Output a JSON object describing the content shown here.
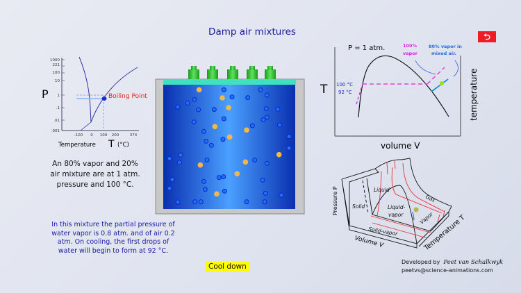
{
  "title": "Damp air mixtures",
  "back_button": {
    "icon": "back-arrow-icon",
    "label": "⮌",
    "color": "#ee1c24"
  },
  "phase_chart": {
    "y_label": "P",
    "y_ticks": [
      "1000",
      "221",
      "100",
      "10",
      "1",
      ".1",
      ".01",
      ".001"
    ],
    "x_ticks": [
      "-100",
      "0",
      "100",
      "200",
      "374"
    ],
    "x_label": "Temperature",
    "x_symbol": "T",
    "x_unit": "(°C)",
    "annotation": "Boiling Point"
  },
  "tv_chart": {
    "pressure": "P  = 1 atm.",
    "y_symbol": "T",
    "t100": "100 °C",
    "t92": "92 °C",
    "label_pure": [
      "100%",
      "vapor"
    ],
    "label_mix": [
      "80% vapor in",
      "mixed air."
    ],
    "x_label": "volume V",
    "y_label": "temperature"
  },
  "pvt_diagram": {
    "axis_p": "Pressure P",
    "axis_v": "Volume V",
    "axis_t": "Temperature T",
    "regions": [
      "Solid",
      "Liquid",
      "Liquid-",
      "vapor",
      "Gas",
      "Vapor",
      "Solid-vapor"
    ]
  },
  "info1": [
    "An 80% vapor and 20%",
    "air mixture are at 1 atm.",
    "pressure and 100 °C."
  ],
  "info2": [
    "In this mixture the partial pressure of",
    "water vapor is 0.8 atm. and of air 0.2",
    "atm. On cooling, the first drops of",
    "water will begin to form at 92 °C."
  ],
  "cool_button": "Cool down",
  "credit": {
    "prefix": "Developed by",
    "author": "Peet van Schalkwyk",
    "email": "peetvs@science-animations.com"
  },
  "colors": {
    "title": "#1a1aa0",
    "vapor_molecule": "#1f6fff",
    "air_molecule": "#f5b845",
    "cap": "#2fbf2f",
    "lid": "#40e0c0"
  }
}
